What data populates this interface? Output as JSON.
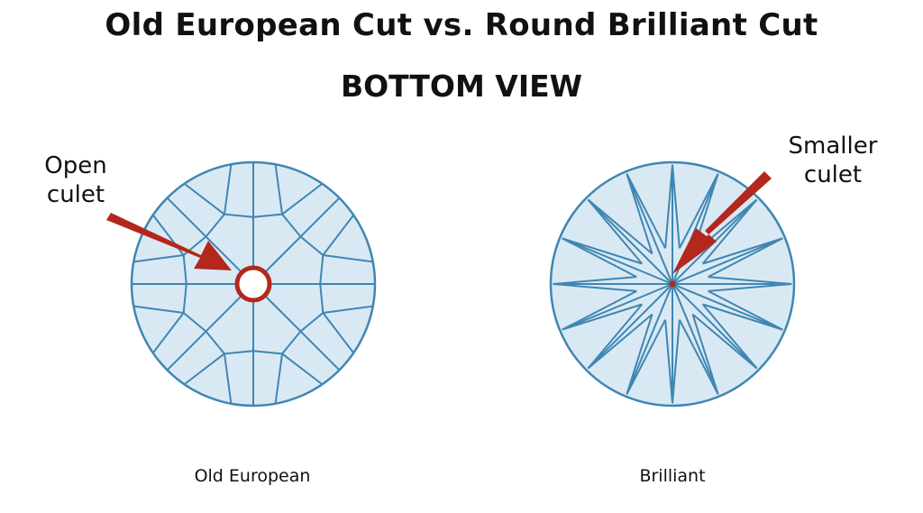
{
  "title": "Old European Cut vs. Round Brilliant Cut",
  "subtitle": "BOTTOM VIEW",
  "diagrams": [
    {
      "caption": "Old European",
      "callout": [
        "Open",
        "culet"
      ]
    },
    {
      "caption": "Brilliant",
      "callout": [
        "Smaller",
        "culet"
      ]
    }
  ],
  "colors": {
    "stone_fill": "#d9e9f3",
    "facet_line": "#3f86b3",
    "arrow": "#b3271c",
    "culet": "#b3271c",
    "text": "#111111"
  }
}
